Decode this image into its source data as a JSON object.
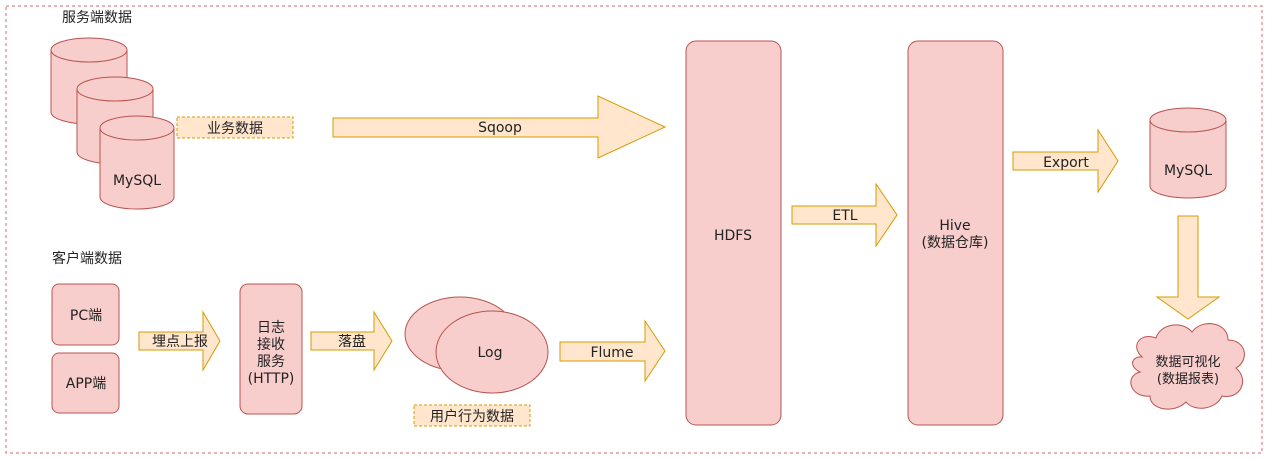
{
  "labels": {
    "server_data": "服务端数据",
    "client_data": "客户端数据"
  },
  "nodes": {
    "mysql_source": "MySQL",
    "business_data_tag": "业务数据",
    "pc_client": "PC端",
    "app_client": "APP端",
    "log_service": [
      "日志",
      "接收",
      "服务",
      "(HTTP)"
    ],
    "log": "Log",
    "user_behavior_tag": "用户行为数据",
    "hdfs": "HDFS",
    "hive": [
      "Hive",
      "(数据仓库)"
    ],
    "mysql_target": "MySQL",
    "visualization": [
      "数据可视化",
      "(数据报表)"
    ]
  },
  "edges": {
    "sqoop": "Sqoop",
    "report": "埋点上报",
    "write_disk": "落盘",
    "flume": "Flume",
    "etl": "ETL",
    "export": "Export"
  },
  "colors": {
    "node_fill": "#f8cecc",
    "node_stroke": "#b85450",
    "arrow_fill": "#ffe6cc",
    "arrow_stroke": "#d79b00",
    "tag_fill": "#ffe6cc",
    "tag_stroke": "#d79b00",
    "frame_stroke": "#d26a6a"
  }
}
